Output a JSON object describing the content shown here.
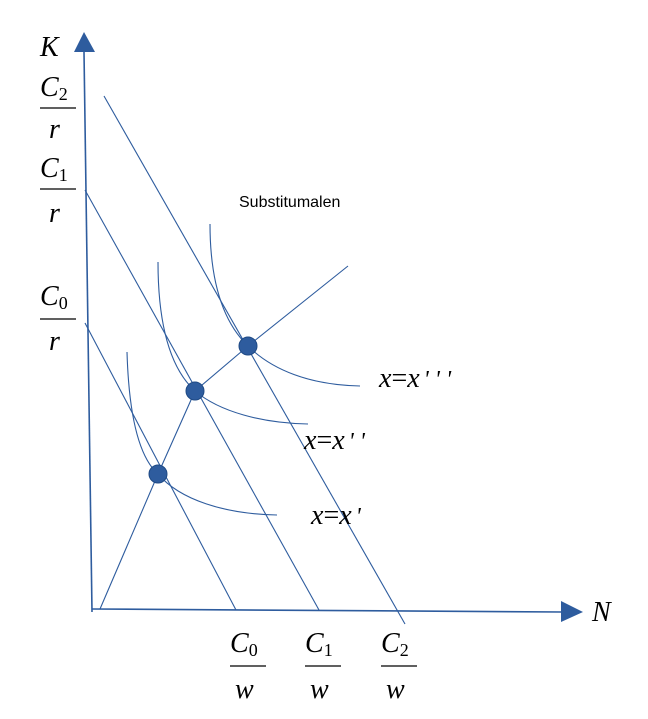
{
  "axes": {
    "x_label": "N",
    "y_label": "K"
  },
  "annotation": "Substitumalen",
  "y_fractions": [
    {
      "num": "C",
      "sub": "2",
      "den": "r"
    },
    {
      "num": "C",
      "sub": "1",
      "den": "r"
    },
    {
      "num": "C",
      "sub": "0",
      "den": "r"
    }
  ],
  "x_fractions": [
    {
      "num": "C",
      "sub": "0",
      "den": "w"
    },
    {
      "num": "C",
      "sub": "1",
      "den": "w"
    },
    {
      "num": "C",
      "sub": "2",
      "den": "w"
    }
  ],
  "isoquants": [
    {
      "lhs": "x",
      "eq": "=",
      "rhs": "x",
      "primes": "'"
    },
    {
      "lhs": "x",
      "eq": "=",
      "rhs": "x",
      "primes": "' '"
    },
    {
      "lhs": "x",
      "eq": "=",
      "rhs": "x",
      "primes": "' ' '"
    }
  ],
  "colors": {
    "lines": "#2e5c9e",
    "points": "#2e5c9e",
    "text": "#000000"
  }
}
